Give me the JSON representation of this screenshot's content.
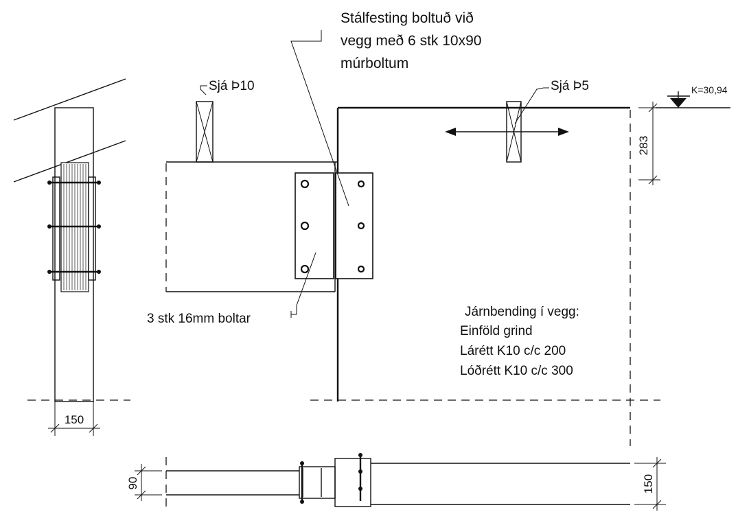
{
  "callouts": {
    "steel_bracket": [
      "Stálfesting boltuð við",
      "vegg með 6 stk 10x90",
      "múrboltum"
    ],
    "see_p10": "Sjá Þ10",
    "see_p5": "Sjá Þ5",
    "level_mark": "K=30,94",
    "bolts": "3 stk 16mm boltar",
    "reinforcement": [
      "Járnbending í vegg:",
      "Einföld grind",
      "Lárétt K10 c/c 200",
      "Lóðrétt K10 c/c 300"
    ]
  },
  "dimensions": {
    "wall_height_top": "283",
    "beam_width": "150",
    "beam_depth_plan": "90",
    "wall_thickness_plan": "150"
  }
}
